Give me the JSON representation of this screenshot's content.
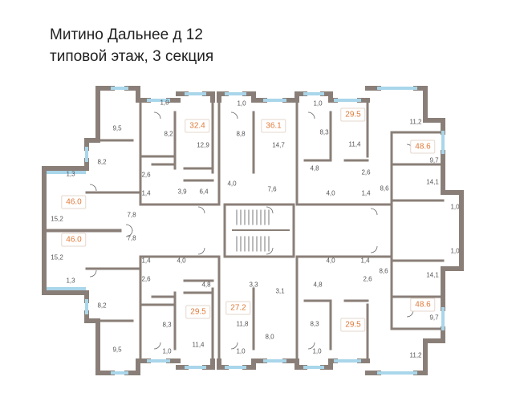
{
  "title": {
    "line1": "Митино Дальнее д 12",
    "line2": "типовой этаж, 3 секция"
  },
  "colors": {
    "wall": "#8a7f78",
    "window": "#a9d6ea",
    "area_text": "#e07a3a"
  },
  "apartment_areas": [
    "32.4",
    "36.1",
    "29.5",
    "48.6",
    "46.0",
    "46.0",
    "29.5",
    "27.2",
    "29.5",
    "48.6"
  ],
  "room_areas_top": [
    "1,0",
    "9,5",
    "8,2",
    "12,9",
    "1,0",
    "8,8",
    "14,7",
    "1,0",
    "8,3",
    "11,4",
    "11,2",
    "8,2",
    "1,3",
    "2,6",
    "4,8",
    "2,6",
    "9,7",
    "14,1",
    "1,4",
    "3,9",
    "6,4",
    "4,0",
    "7,6",
    "4,0",
    "1,4",
    "8,6",
    "1,0",
    "15,2",
    "7,8"
  ],
  "room_areas_bottom": [
    "7,8",
    "15,2",
    "1,0",
    "1,4",
    "4,0",
    "4,0",
    "1,4",
    "8,6",
    "14,1",
    "2,6",
    "1,3",
    "3,3",
    "4,8",
    "4,8",
    "2,6",
    "3,1",
    "8,2",
    "8,3",
    "11,8",
    "8,0",
    "8,3",
    "11,4",
    "9,7",
    "9,5",
    "1,0",
    "1,0",
    "1,0",
    "11,2"
  ]
}
